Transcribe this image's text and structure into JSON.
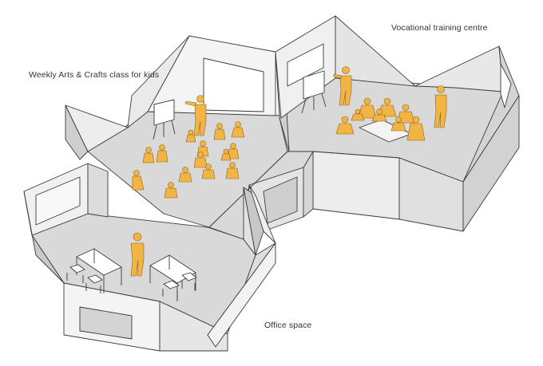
{
  "labels": {
    "arts": "Weekly Arts & Crafts class for kids",
    "vocational": "Vocational training centre",
    "office": "Office space"
  },
  "colors": {
    "person": "#f2b544",
    "person_outline": "#8a6418",
    "floor": "#d9d9d9",
    "wall_light": "#f4f4f4",
    "wall_mid": "#e6e6e6",
    "wall_dark": "#c9c9c9",
    "edge": "#3a3a3a"
  },
  "figure_counts": {
    "arts_adults": 1,
    "arts_children": 14,
    "vocational_people": 10,
    "office_people": 1
  }
}
